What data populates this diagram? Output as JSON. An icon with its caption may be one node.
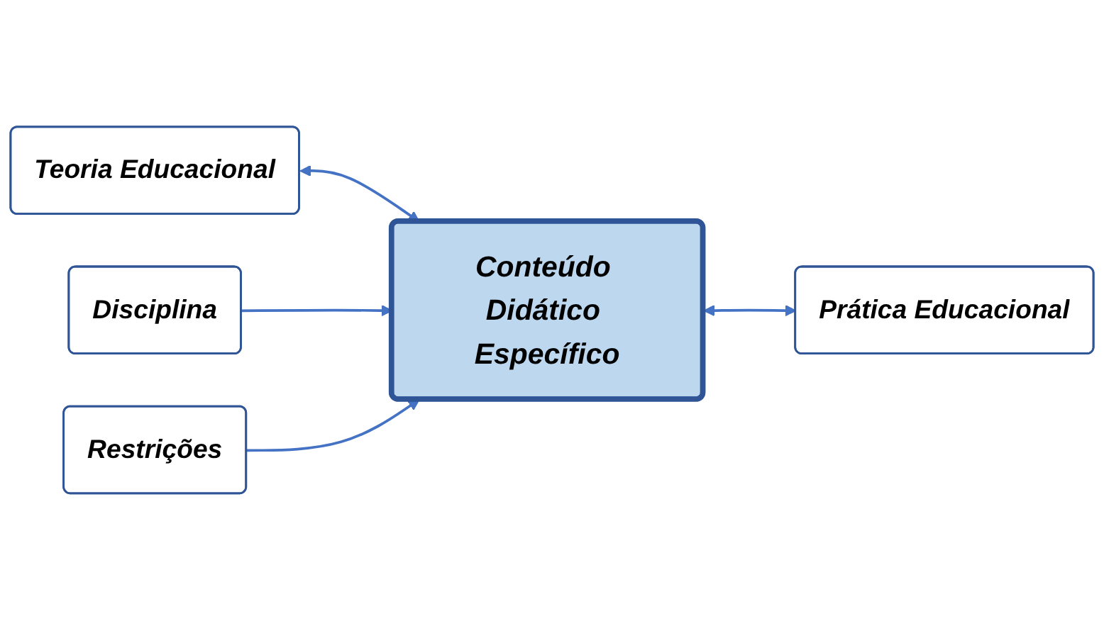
{
  "diagram": {
    "nodes": [
      {
        "text": [
          "Teoria Educacional"
        ]
      },
      {
        "text": [
          "Disciplina"
        ]
      },
      {
        "text": [
          "Conteúdo Didático Específico"
        ]
      },
      {
        "text": [
          "Restrições"
        ]
      },
      {
        "text": [
          "Prática Educacional"
        ]
      }
    ],
    "edges": [
      {
        "from": 0,
        "to": 2,
        "arrow": "both"
      },
      {
        "from": 1,
        "to": 2,
        "arrow": "to"
      },
      {
        "from": 3,
        "to": 2,
        "arrow": "to"
      },
      {
        "from": 2,
        "to": 4,
        "arrow": "both"
      }
    ]
  }
}
